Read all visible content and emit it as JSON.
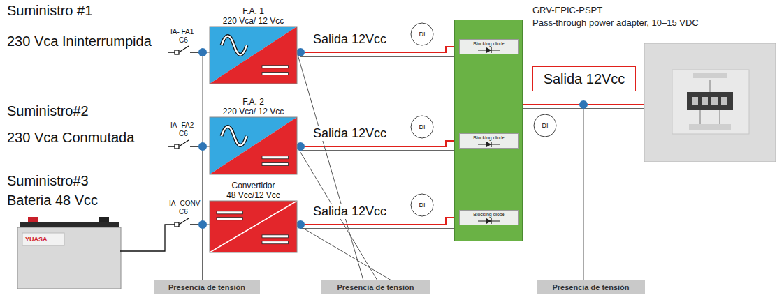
{
  "diagram": {
    "nodes": [
      {
        "text": [
          "F.A. 1",
          "220 Vca/ 12 Vcc"
        ]
      },
      {
        "text": [
          "F.A. 2",
          "220 Vca/ 12 Vcc"
        ]
      },
      {
        "text": [
          "Convertidor",
          "48 Vcc/12 Vcc"
        ]
      },
      {
        "text": [
          "DI"
        ]
      },
      {
        "text": [
          "DI"
        ]
      },
      {
        "text": [
          "DI"
        ]
      },
      {
        "text": []
      },
      {
        "text": [
          "Blocking diode"
        ],
        "in": 6
      },
      {
        "text": [
          "Blocking diode"
        ],
        "in": 6
      },
      {
        "text": [
          "Blocking diode"
        ],
        "in": 6
      },
      {
        "text": [
          "DI"
        ]
      },
      {
        "text": [
          "Salida 12Vcc"
        ]
      },
      {
        "text": [
          "GRV-EPIC-PSPT",
          "Pass-through power adapter, 10–15 VDC"
        ]
      },
      {
        "text": [
          "Presencia de tensión"
        ]
      },
      {
        "text": [
          "Presencia de tensión"
        ]
      },
      {
        "text": [
          "Presencia de tensión"
        ]
      }
    ],
    "edges": [
      {
        "from": 0,
        "to": 7,
        "arrow": "none",
        "label": "Salida 12Vcc"
      },
      {
        "from": 1,
        "to": 8,
        "arrow": "none",
        "label": "Salida 12Vcc"
      },
      {
        "from": 2,
        "to": 9,
        "arrow": "none",
        "label": "Salida 12Vcc"
      },
      {
        "from": 0,
        "to": 13,
        "arrow": "none"
      },
      {
        "from": 1,
        "to": 13,
        "arrow": "none"
      },
      {
        "from": 2,
        "to": 13,
        "arrow": "none"
      },
      {
        "from": 0,
        "to": 14,
        "arrow": "none"
      },
      {
        "from": 1,
        "to": 14,
        "arrow": "none"
      },
      {
        "from": 2,
        "to": 14,
        "arrow": "none"
      },
      {
        "from": 6,
        "to": 12,
        "arrow": "none"
      }
    ],
    "labels": [
      "Suministro #1",
      "230 Vca Ininterrumpida",
      "IA- FA1",
      "C6",
      "Suministro#2",
      "230 Vca Conmutada",
      "IA- FA2",
      "C6",
      "Suministro#3",
      "Bateria 48 Vcc",
      "IA- CONV",
      "C6",
      "YUASA"
    ]
  }
}
